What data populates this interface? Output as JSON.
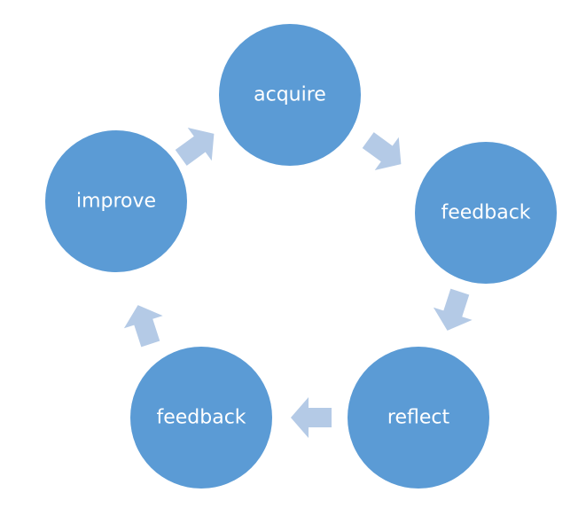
{
  "diagram": {
    "nodes": [
      {
        "label": "acquire"
      },
      {
        "label": "feedback"
      },
      {
        "label": "reflect"
      },
      {
        "label": "feedback"
      },
      {
        "label": "improve"
      }
    ],
    "colors": {
      "node_fill": "#5B9BD5",
      "arrow_fill": "#B4CAE6",
      "label_text": "#FFFFFF",
      "background": "#FFFFFF"
    }
  }
}
